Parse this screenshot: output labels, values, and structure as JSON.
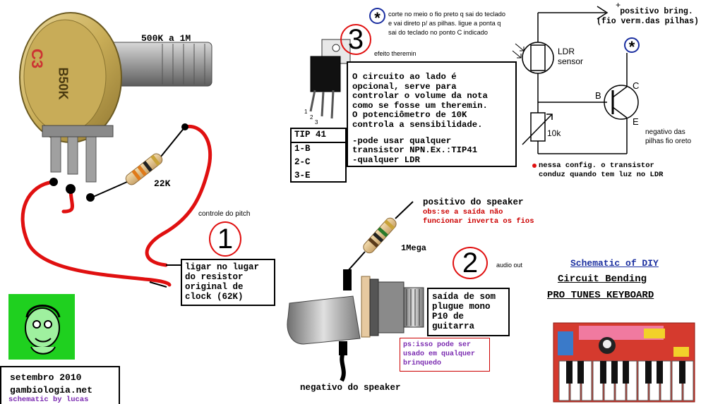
{
  "pot": {
    "value_label": "500K a 1M",
    "body_mark_1": "C3",
    "body_mark_2": "B50K"
  },
  "resistor_22k": "22K",
  "pitch": {
    "caption": "controle do pitch",
    "number": "1",
    "box_lines": [
      "ligar no lugar",
      "do resistor",
      "original de",
      "clock (62K)"
    ]
  },
  "theremin": {
    "note_lines": [
      "corte no meio o fio preto q sai do teclado",
      "e vai direto p/ as pilhas. ligue a ponta q",
      "sai do teclado no ponto C indicado"
    ],
    "number": "3",
    "label": "efeito theremin",
    "pin_labels": [
      "1",
      "2",
      "3"
    ],
    "box_lines": [
      "O circuito ao lado é",
      "opcional, serve para",
      "controlar o volume da nota",
      "como se fosse um theremin.",
      "O potenciômetro de 10K",
      "controla a sensibilidade.",
      "",
      "-pode usar qualquer",
      "transistor NPN.Ex.:TIP41",
      "-qualquer LDR"
    ],
    "tip_title": "TIP 41",
    "tip_pins": [
      "1-B",
      "2-C",
      "3-E"
    ]
  },
  "schematic": {
    "plus": "+",
    "positive_lines": [
      "positivo bring.",
      "(fio verm.das pilhas)"
    ],
    "ldr_label": [
      "LDR",
      "sensor"
    ],
    "pot_label": "10k",
    "b": "B",
    "c": "C",
    "e": "E",
    "negative_lines": [
      "negativo das",
      "pilhas fio oreto"
    ],
    "config_lines": [
      "nessa config. o transistor",
      "conduz quando tem luz no LDR"
    ]
  },
  "speaker": {
    "positive": "positivo do speaker",
    "obs_lines": [
      "obs:se a saída não",
      "funcionar inverta os fios"
    ],
    "resistor": "1Mega",
    "number": "2",
    "audio_out": "audio out",
    "box_lines": [
      "saída de som",
      "plugue mono",
      "P10 de",
      "guitarra"
    ],
    "ps_lines": [
      "ps:isso pode ser",
      "usado em qualquer",
      "brinquedo"
    ],
    "negative": "negativo do speaker"
  },
  "title": {
    "link": "Schematic of DIY",
    "line2": "Circuit Bending",
    "line3": "PRO TUNES KEYBOARD"
  },
  "credits": {
    "lines": [
      "setembro 2010",
      "gambiologia.net"
    ],
    "author": "schematic by lucas"
  },
  "colors": {
    "wire_red": "#e01010",
    "logo_green": "#1fd01f",
    "link_blue": "#1b2fa0",
    "author_purple": "#7a2ab0",
    "warn_red": "#cc0000"
  }
}
